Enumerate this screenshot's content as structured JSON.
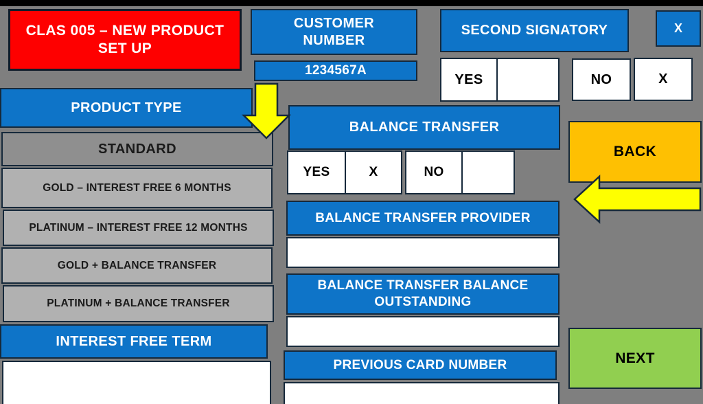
{
  "colors": {
    "background": "#7f7f7f",
    "top_bar": "#000000",
    "blue": "#0e74c8",
    "red": "#fe0000",
    "orange": "#fec002",
    "green": "#91cf50",
    "yellow": "#feff00",
    "standard_gray": "#8f8f8f",
    "option_gray": "#b1b1b1",
    "border": "#16293b"
  },
  "header": {
    "title": "CLAS 005 – NEW PRODUCT SET UP",
    "customer_number_label": "CUSTOMER NUMBER",
    "customer_number_value": "1234567A"
  },
  "second_signatory": {
    "label": "SECOND SIGNATORY",
    "close_x": "X",
    "yes_label": "YES",
    "yes_value": "",
    "no_label": "NO",
    "no_value": "X"
  },
  "product_type": {
    "header": "PRODUCT TYPE",
    "selected": "STANDARD",
    "options": [
      "GOLD – INTEREST FREE 6 MONTHS",
      "PLATINUM – INTEREST FREE 12 MONTHS",
      "GOLD + BALANCE TRANSFER",
      "PLATINUM + BALANCE TRANSFER"
    ],
    "interest_free_term_label": "INTEREST FREE TERM",
    "interest_free_term_value": ""
  },
  "balance_transfer": {
    "header": "BALANCE TRANSFER",
    "yes_label": "YES",
    "yes_value": "X",
    "no_label": "NO",
    "no_value": "",
    "provider_label": "BALANCE TRANSFER PROVIDER",
    "provider_value": "",
    "outstanding_label": "BALANCE TRANSFER BALANCE OUTSTANDING",
    "outstanding_value": "",
    "previous_card_label": "PREVIOUS CARD NUMBER",
    "previous_card_value": ""
  },
  "nav": {
    "back_label": "BACK",
    "next_label": "NEXT"
  },
  "icons": {
    "down_arrow": "yellow-down-arrow",
    "left_arrow": "yellow-left-arrow"
  }
}
